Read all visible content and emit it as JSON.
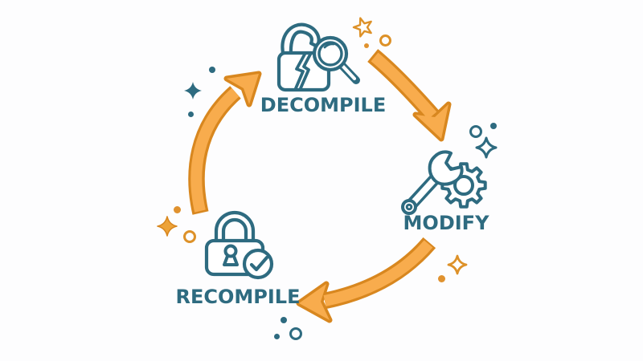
{
  "diagram": {
    "steps": [
      {
        "label": "DECOMPILE",
        "icon": "broken-lock-magnifier-icon"
      },
      {
        "label": "MODIFY",
        "icon": "wrench-gear-icon"
      },
      {
        "label": "RECOMPILE",
        "icon": "lock-check-icon"
      }
    ],
    "flow": [
      "DECOMPILE to MODIFY",
      "MODIFY to RECOMPILE",
      "RECOMPILE to DECOMPILE"
    ]
  },
  "colors": {
    "background": "#fdfdfe",
    "icon_stroke_teal": "#2e6b80",
    "label_text": "#2e6b80",
    "arrow_fill": "#f8ac4d",
    "arrow_outline": "#d8871f",
    "sparkle_orange": "#e0922f"
  }
}
